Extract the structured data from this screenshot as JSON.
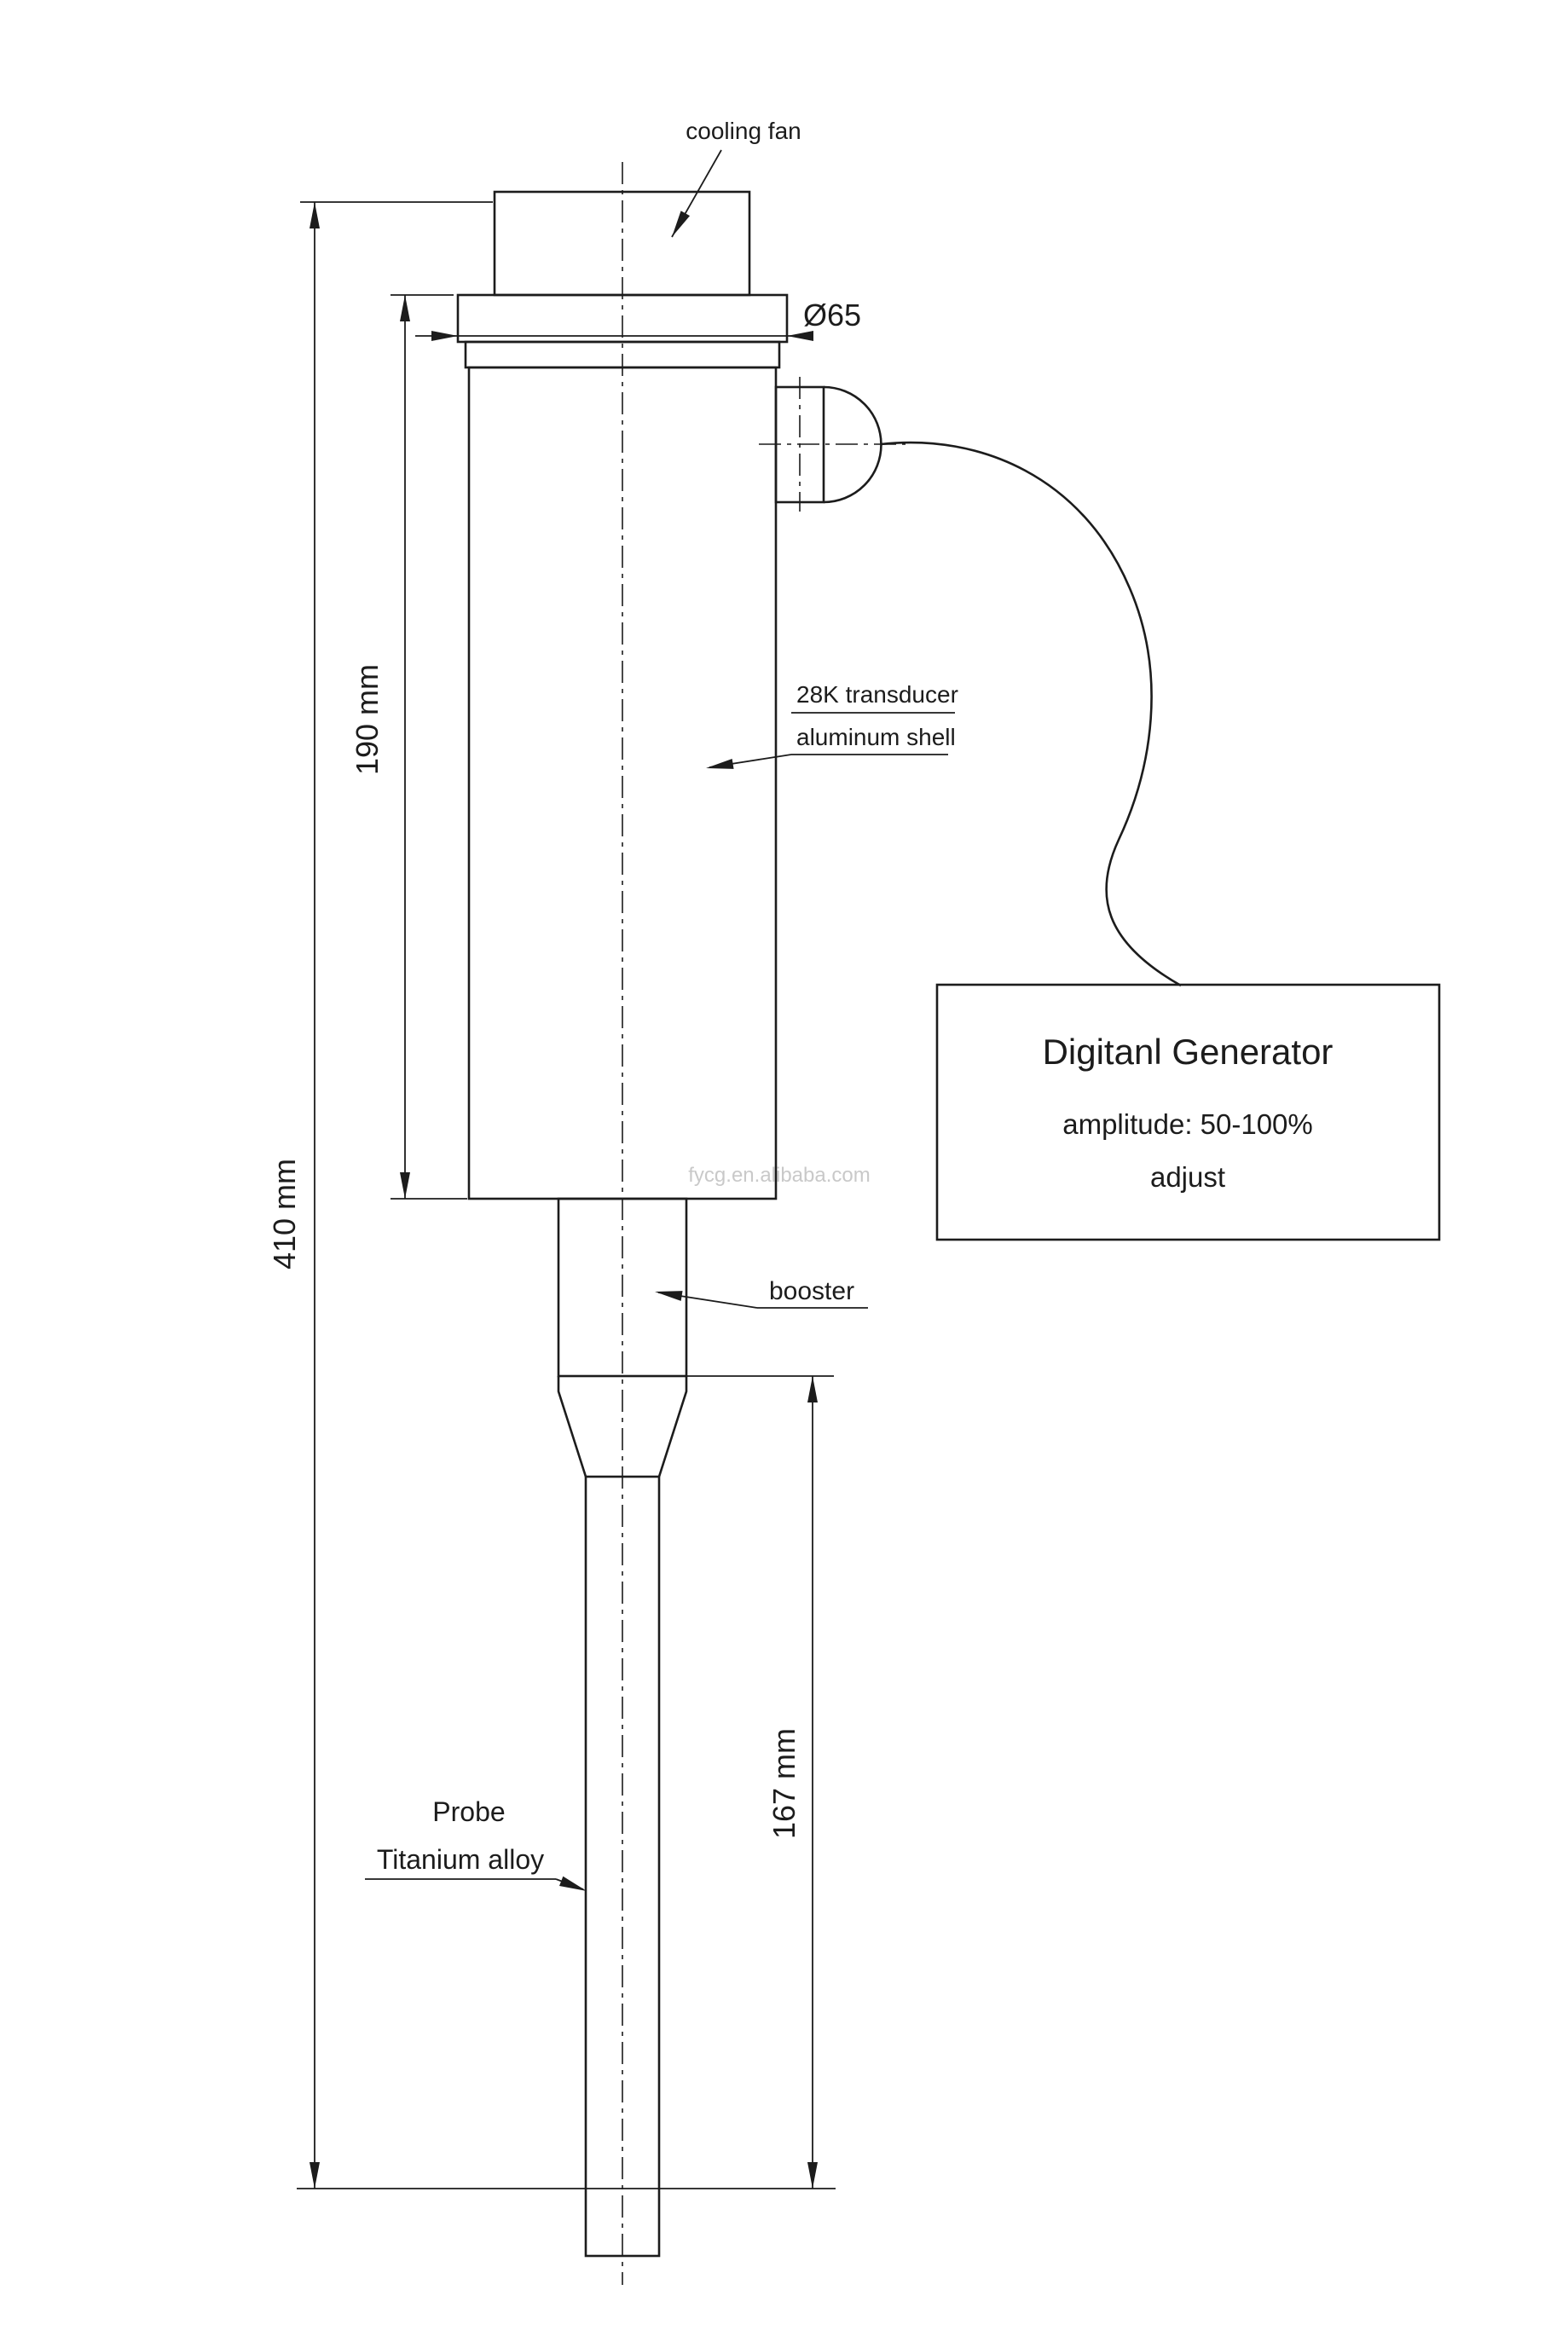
{
  "labels": {
    "cooling_fan": "cooling fan",
    "transducer_line1": "28K transducer",
    "transducer_line2": "aluminum shell",
    "booster": "booster",
    "probe_line1": "Probe",
    "probe_line2": "Titanium alloy"
  },
  "dimensions": {
    "diameter": "Ø65",
    "overall_length": "410 mm",
    "transducer_length": "190 mm",
    "probe_length": "167 mm"
  },
  "generator_box": {
    "title": "Digitanl Generator",
    "subtitle_line1": "amplitude: 50-100%",
    "subtitle_line2": "adjust"
  },
  "watermark": "fycg.en.alibaba.com",
  "colors": {
    "line": "#1c1c1c",
    "background": "#ffffff",
    "watermark": "#c9c9c9"
  }
}
